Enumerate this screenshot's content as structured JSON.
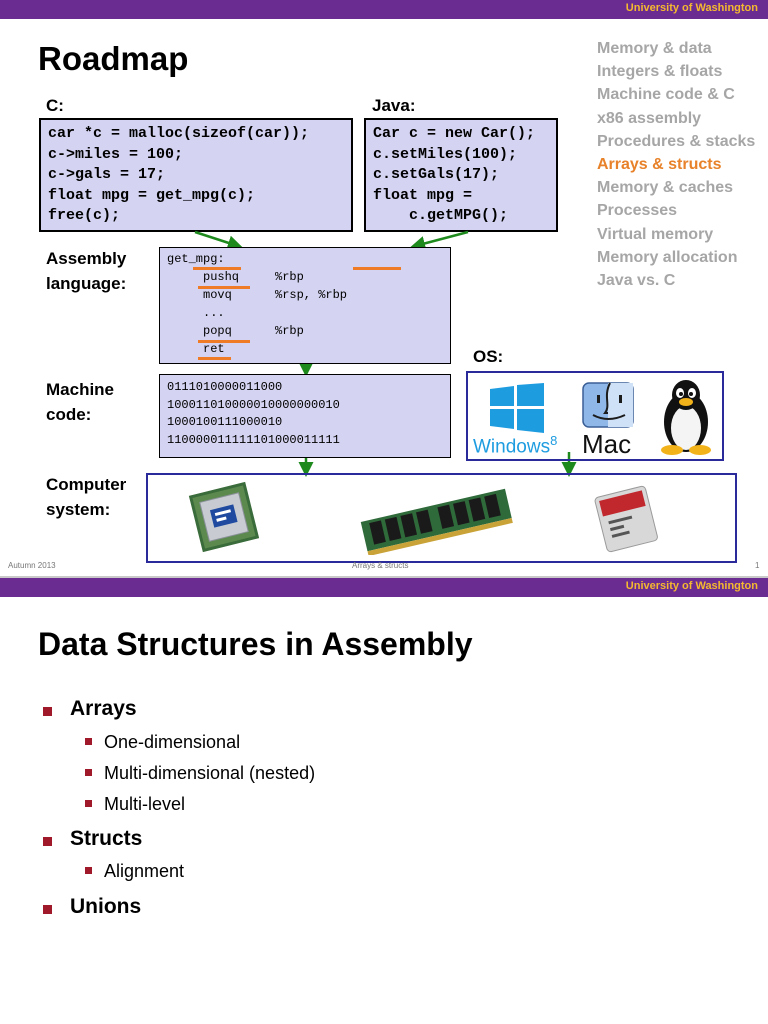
{
  "header": {
    "university": "University of Washington"
  },
  "slide1": {
    "title": "Roadmap",
    "c_label": "C:",
    "java_label": "Java:",
    "c_code": [
      "car *c = malloc(sizeof(car));",
      "c->miles = 100;",
      "c->gals = 17;",
      "float mpg = get_mpg(c);",
      "free(c);"
    ],
    "java_code": [
      "Car c = new Car();",
      "c.setMiles(100);",
      "c.setGals(17);",
      "float mpg =",
      "    c.getMPG();"
    ],
    "asm_label": [
      "Assembly",
      "language:"
    ],
    "asm_code": {
      "fn": "get_mpg:",
      "lines": [
        {
          "op": "pushq",
          "arg": "%rbp"
        },
        {
          "op": "movq",
          "arg": "%rsp, %rbp"
        },
        {
          "op": "...",
          "arg": ""
        },
        {
          "op": "popq",
          "arg": "%rbp"
        },
        {
          "op": "ret",
          "arg": ""
        }
      ]
    },
    "machine_label": [
      "Machine",
      "code:"
    ],
    "machine_code": [
      "0111010000011000",
      "100011010000010000000010",
      "1000100111000010",
      "110000011111101000011111"
    ],
    "os_label": "OS:",
    "os": {
      "windows": "Windows",
      "windows_version": "8",
      "mac": "Mac"
    },
    "system_label": [
      "Computer",
      "system:"
    ],
    "nav": {
      "items": [
        "Memory & data",
        "Integers & floats",
        "Machine code & C",
        "x86 assembly",
        "Procedures & stacks",
        "Arrays & structs",
        "Memory & caches",
        "Processes",
        "Virtual memory",
        "Memory allocation",
        "Java vs. C"
      ],
      "active_index": 5
    },
    "footer": {
      "left": "Autumn 2013",
      "center": "Arrays & structs",
      "right": "1"
    }
  },
  "slide2": {
    "title": "Data Structures in Assembly",
    "bullets": [
      {
        "label": "Arrays",
        "sub": [
          "One-dimensional",
          "Multi-dimensional (nested)",
          "Multi-level"
        ]
      },
      {
        "label": "Structs",
        "sub": [
          "Alignment"
        ]
      },
      {
        "label": "Unions",
        "sub": []
      }
    ]
  },
  "colors": {
    "uw_purple": "#6b2c91",
    "uw_gold": "#f4b92f",
    "code_bg": "#d4d3f1",
    "active_nav": "#e8822a",
    "arrow": "#1e8a1e",
    "bullet": "#a0192b"
  }
}
